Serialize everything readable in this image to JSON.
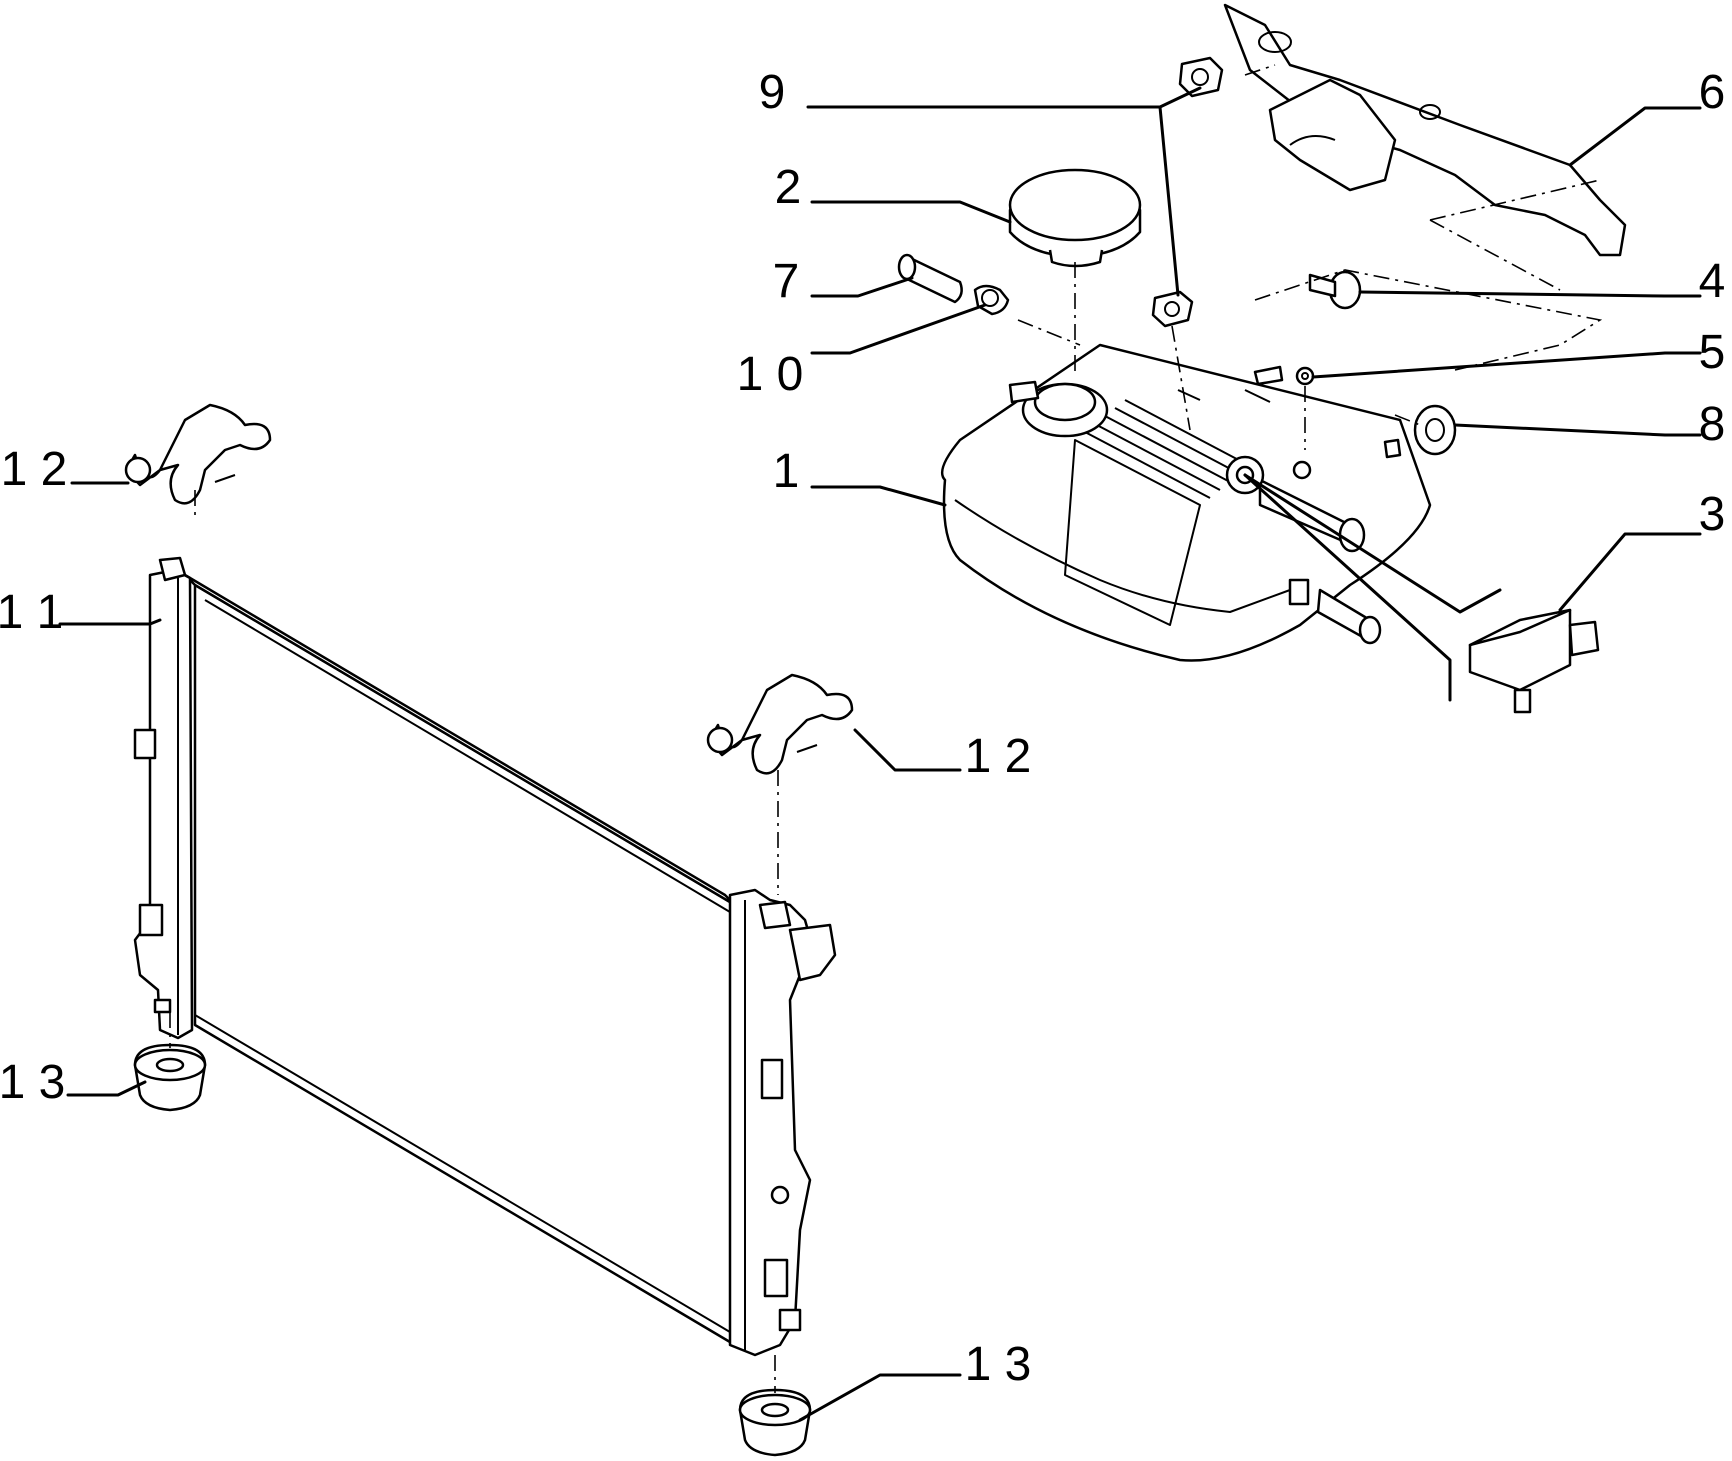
{
  "diagram": {
    "callouts": [
      {
        "id": "c1",
        "label": "1"
      },
      {
        "id": "c2",
        "label": "2"
      },
      {
        "id": "c3",
        "label": "3"
      },
      {
        "id": "c4",
        "label": "4"
      },
      {
        "id": "c5",
        "label": "5"
      },
      {
        "id": "c6",
        "label": "6"
      },
      {
        "id": "c7",
        "label": "7"
      },
      {
        "id": "c8",
        "label": "8"
      },
      {
        "id": "c9",
        "label": "9"
      },
      {
        "id": "c10",
        "label": "1 0"
      },
      {
        "id": "c11",
        "label": "1 1"
      },
      {
        "id": "c12a",
        "label": "1 2"
      },
      {
        "id": "c12b",
        "label": "1 2"
      },
      {
        "id": "c13a",
        "label": "1 3"
      },
      {
        "id": "c13b",
        "label": "1 3"
      }
    ]
  }
}
